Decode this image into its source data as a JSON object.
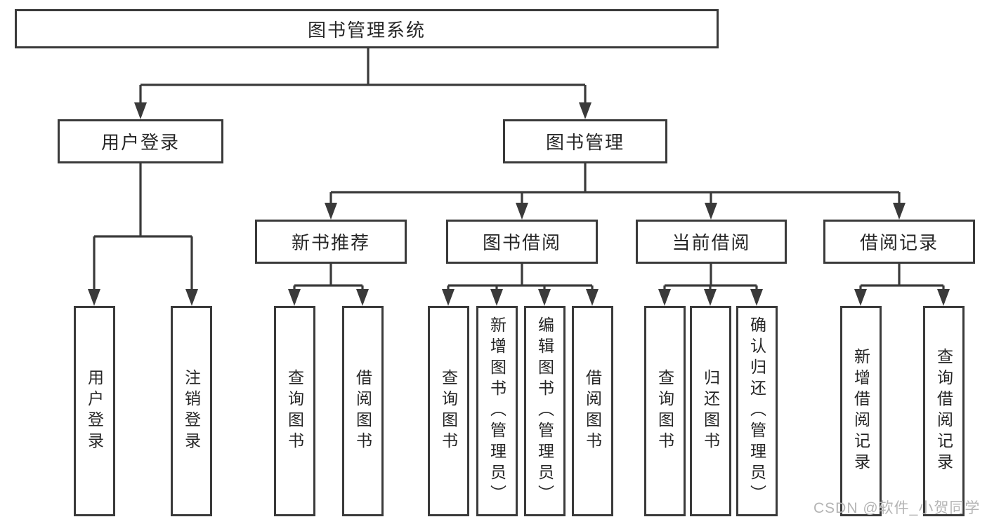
{
  "diagram_title": "图书管理系统",
  "nodes": {
    "root": {
      "label": "图书管理系统"
    },
    "user_login": {
      "label": "用户登录"
    },
    "book_mgmt": {
      "label": "图书管理"
    },
    "new_book_rec": {
      "label": "新书推荐"
    },
    "book_borrow": {
      "label": "图书借阅"
    },
    "current_borrow": {
      "label": "当前借阅"
    },
    "borrow_record": {
      "label": "借阅记录"
    }
  },
  "leaves": [
    {
      "label": "用户登录"
    },
    {
      "label": "注销登录"
    },
    {
      "label": "查询图书"
    },
    {
      "label": "借阅图书"
    },
    {
      "label": "查询图书"
    },
    {
      "label": "新增图书（管理员）"
    },
    {
      "label": "编辑图书（管理员）"
    },
    {
      "label": "借阅图书"
    },
    {
      "label": "查询图书"
    },
    {
      "label": "归还图书"
    },
    {
      "label": "确认归还（管理员）"
    },
    {
      "label": "新增借阅记录"
    },
    {
      "label": "查询借阅记录"
    }
  ],
  "hierarchy": {
    "图书管理系统": {
      "用户登录": [
        "用户登录",
        "注销登录"
      ],
      "图书管理": {
        "新书推荐": [
          "查询图书",
          "借阅图书"
        ],
        "图书借阅": [
          "查询图书",
          "新增图书（管理员）",
          "编辑图书（管理员）",
          "借阅图书"
        ],
        "当前借阅": [
          "查询图书",
          "归还图书",
          "确认归还（管理员）"
        ],
        "借阅记录": [
          "新增借阅记录",
          "查询借阅记录"
        ]
      }
    }
  },
  "watermark": {
    "text": "CSDN @软件_小贺同学"
  },
  "colors": {
    "line": "#3a3a3a",
    "text": "#262626",
    "background": "#ffffff",
    "watermark": "#b5b5b5"
  }
}
